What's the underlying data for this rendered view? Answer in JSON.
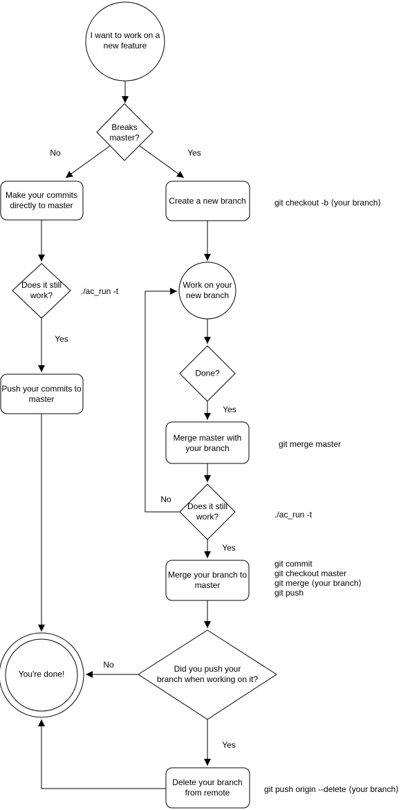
{
  "colors": {
    "stroke": "#000000",
    "background": "#ffffff",
    "text": "#000000"
  },
  "nodes": {
    "start": {
      "label": "I want to work on a\nnew feature"
    },
    "breaks_master": {
      "label": "Breaks\nmaster?"
    },
    "make_commits": {
      "label": "Make your commits\ndirectly to master"
    },
    "create_branch": {
      "label": "Create a new branch"
    },
    "does_work_left": {
      "label": "Does it still\nwork?"
    },
    "push_commits": {
      "label": "Push your commits to\nmaster"
    },
    "work_branch": {
      "label": "Work on your\nnew branch"
    },
    "done_q": {
      "label": "Done?"
    },
    "merge_master": {
      "label": "Merge master with\nyour branch"
    },
    "does_work_right": {
      "label": "Does it still\nwork?"
    },
    "merge_branch": {
      "label": "Merge your branch to\nmaster"
    },
    "did_push": {
      "label": "Did you push your\nbranch when working on it?"
    },
    "youre_done": {
      "label": "You're done!"
    },
    "delete_remote": {
      "label": "Delete your branch\nfrom remote"
    }
  },
  "edge_labels": {
    "top_no": "No",
    "top_yes": "Yes",
    "left_yes": "Yes",
    "done_yes": "Yes",
    "loop_no": "No",
    "work_yes": "Yes",
    "push_no": "No",
    "push_yes": "Yes"
  },
  "annotations": {
    "create_branch_cmd": "git checkout -b ⟨your branch⟩",
    "test_left_cmd": "./ac_run -t",
    "merge_master_cmd": "git merge master",
    "test_right_cmd": "./ac_run -t",
    "merge_branch_cmds": "git commit\ngit checkout master\ngit merge ⟨your branch⟩\ngit push",
    "delete_remote_cmd": "git push origin --delete ⟨your branch⟩"
  }
}
